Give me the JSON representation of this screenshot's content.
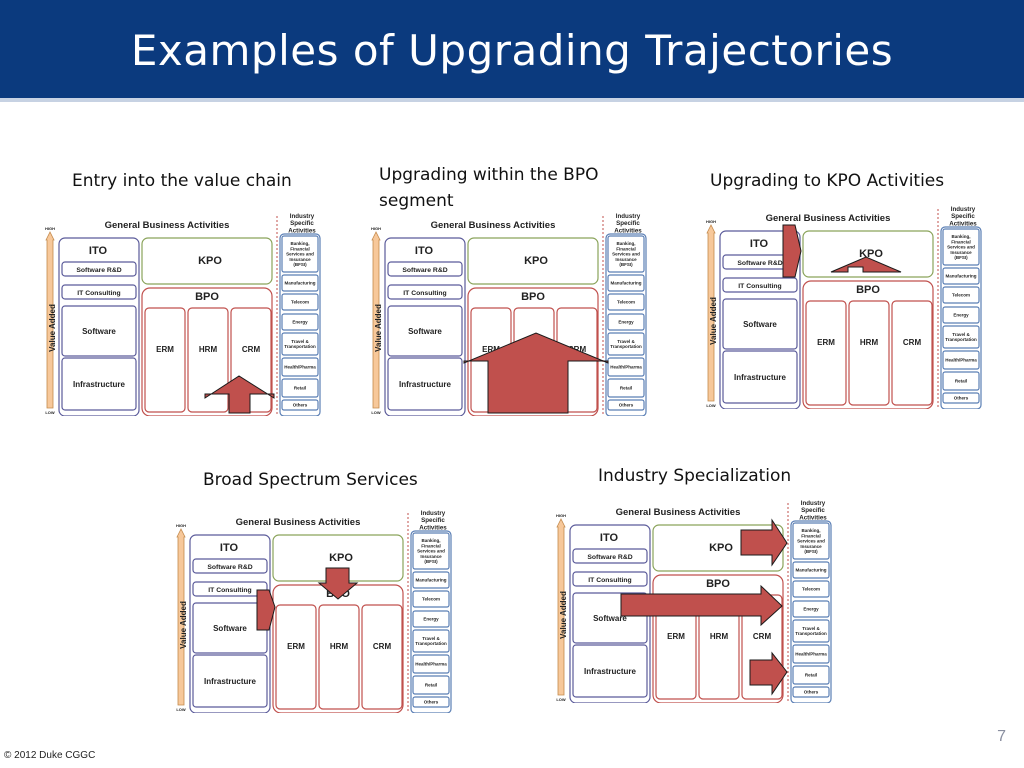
{
  "slide": {
    "title": "Examples of Upgrading Trajectories",
    "number": "7",
    "copyright": "© 2012 Duke CGGC"
  },
  "panels": [
    {
      "id": "p1",
      "caption": "Entry into the value chain",
      "arrows": [
        "up-bottom-right"
      ]
    },
    {
      "id": "p2",
      "caption": "Upgrading within the BPO segment",
      "arrows": [
        "up-large-center"
      ]
    },
    {
      "id": "p3",
      "caption": "Upgrading to KPO Activities",
      "arrows": [
        "right-ito-to-kpo",
        "up-bpo-to-kpo"
      ]
    },
    {
      "id": "p4",
      "caption": "Broad Spectrum Services",
      "arrows": [
        "right-ito-to-bpo",
        "down-kpo-to-bpo"
      ]
    },
    {
      "id": "p5",
      "caption": "Industry Specialization",
      "arrows": [
        "right-kpo-to-industry",
        "right-software-to-industry",
        "right-crm-to-industry"
      ]
    }
  ],
  "diagram": {
    "header": "General Business Activities",
    "industry_header": "Industry Specific Activities",
    "axis_label": "Value Added",
    "axis_high": "HIGH",
    "axis_low": "LOW",
    "ito": {
      "title": "ITO",
      "items": [
        "Software R&D",
        "IT Consulting",
        "Software",
        "Infrastructure"
      ]
    },
    "kpo": "KPO",
    "bpo": {
      "title": "BPO",
      "items": [
        "ERM",
        "HRM",
        "CRM"
      ]
    },
    "industries": [
      "Banking, Financial Services and Insurance (BFSI)",
      "Manufacturing",
      "Telecom",
      "Energy",
      "Travel & Transportation",
      "Health/Pharma",
      "Retail",
      "Others"
    ]
  },
  "colors": {
    "title_bar": "#0b3a7e",
    "arrow_fill": "#c0504d",
    "arrow_stroke": "#1a1a1a",
    "ito_border": "#5b5b9a",
    "kpo_border": "#8aa35a",
    "bpo_border": "#c0504d",
    "industry_border": "#5b7fb5",
    "axis_fill": "#f7c89a"
  }
}
